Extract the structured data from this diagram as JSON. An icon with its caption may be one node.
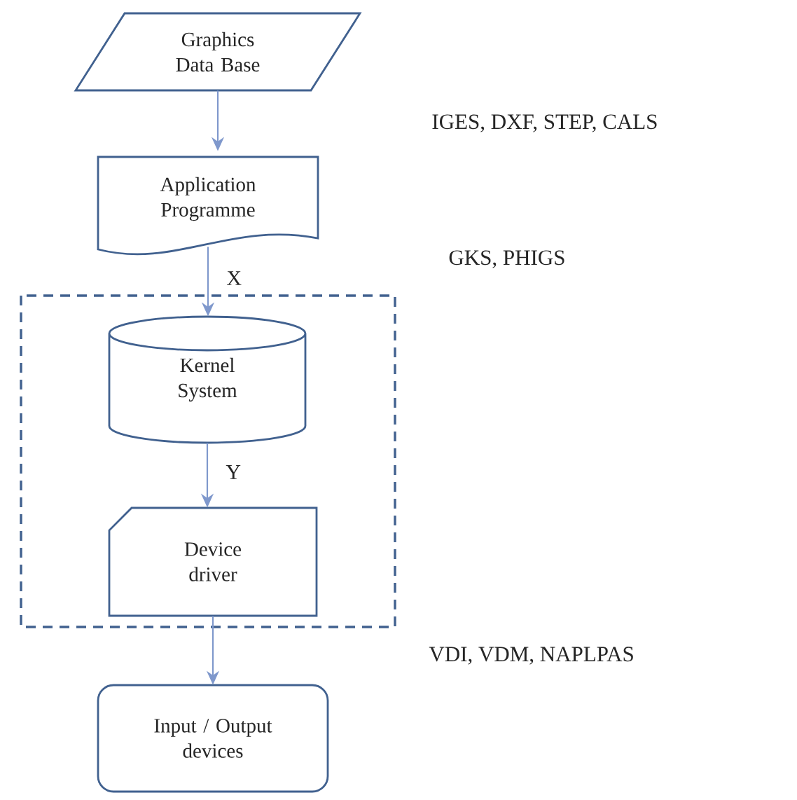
{
  "diagram": {
    "nodes": [
      {
        "text": [
          "Graphics Data Base"
        ]
      },
      {
        "text": [
          "Application Programme"
        ]
      },
      {
        "text": [],
        "shape": "box"
      },
      {
        "text": [
          "Kernel System"
        ],
        "in": 2
      },
      {
        "text": [
          "Device driver"
        ],
        "in": 2
      },
      {
        "text": [
          "Input / Output devices"
        ]
      }
    ],
    "edges": [
      {
        "from": 0,
        "to": 1,
        "arrow": "to"
      },
      {
        "from": 1,
        "to": 3,
        "arrow": "to",
        "label": "X"
      },
      {
        "from": 3,
        "to": 4,
        "arrow": "to",
        "label": "Y"
      },
      {
        "from": 4,
        "to": 5,
        "arrow": "to"
      }
    ],
    "labels": [
      "IGES, DXF, STEP, CALS",
      "GKS, PHIGS",
      "VDI, VDM, NAPLPAS"
    ]
  }
}
